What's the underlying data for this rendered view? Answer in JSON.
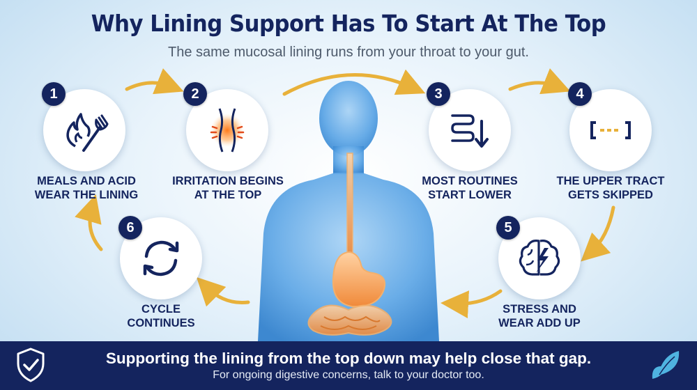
{
  "header": {
    "title": "Why Lining Support Has To Start At The Top",
    "subtitle": "The same mucosal lining runs from your throat to your gut."
  },
  "colors": {
    "navy": "#14245e",
    "arrow_gold": "#e8b13a",
    "body_blue": "#5fa7e6",
    "highlight_orange": "#f4a15a",
    "leaf_teal": "#4fb3e0"
  },
  "steps": [
    {
      "number": "1",
      "label_line1": "MEALS AND ACID",
      "label_line2": "WEAR THE LINING",
      "icon": "flame-fork-icon"
    },
    {
      "number": "2",
      "label_line1": "IRRITATION BEGINS",
      "label_line2": "AT THE TOP",
      "icon": "irritated-throat-icon"
    },
    {
      "number": "3",
      "label_line1": "MOST ROUTINES",
      "label_line2": "START LOWER",
      "icon": "intestine-down-arrow-icon"
    },
    {
      "number": "4",
      "label_line1": "THE UPPER TRACT",
      "label_line2": "GETS SKIPPED",
      "icon": "gap-bracket-icon"
    },
    {
      "number": "5",
      "label_line1": "STRESS AND",
      "label_line2": "WEAR ADD UP",
      "icon": "brain-lightning-icon"
    },
    {
      "number": "6",
      "label_line1": "CYCLE",
      "label_line2": "CONTINUES",
      "icon": "cycle-arrows-icon"
    }
  ],
  "footer": {
    "main": "Supporting the lining from the top down may help close that gap.",
    "sub": "For ongoing digestive concerns, talk to your doctor too.",
    "left_icon": "shield-check-icon",
    "right_icon": "leaf-icon"
  }
}
